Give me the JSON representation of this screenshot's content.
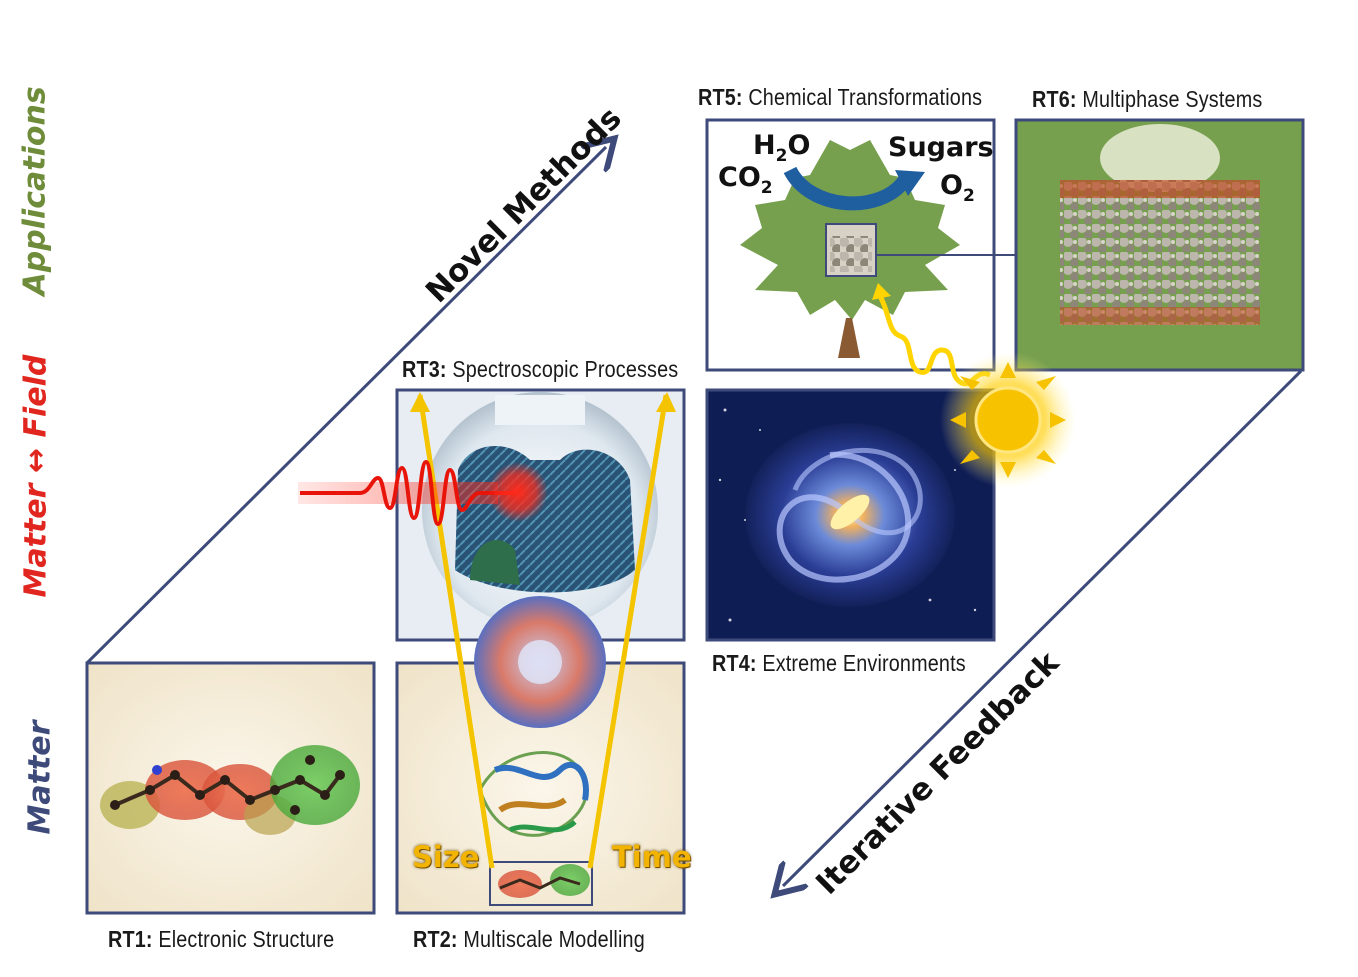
{
  "side_labels": {
    "applications": "Applications",
    "field": "Matter ↔ Field",
    "matter": "Matter"
  },
  "arrows": {
    "novel_methods": "Novel Methods",
    "iterative_feedback": "Iterative Feedback"
  },
  "panels": {
    "rt1": {
      "tag": "RT1:",
      "title": "Electronic Structure"
    },
    "rt2": {
      "tag": "RT2:",
      "title": "Multiscale Modelling",
      "size_label": "Size",
      "time_label": "Time"
    },
    "rt3": {
      "tag": "RT3:",
      "title": "Spectroscopic Processes"
    },
    "rt4": {
      "tag": "RT4:",
      "title": "Extreme Environments"
    },
    "rt5": {
      "tag": "RT5:",
      "title": "Chemical Transformations",
      "h2o_main": "H",
      "h2o_sub": "2",
      "h2o_end": "O",
      "co2_main": "CO",
      "co2_sub": "2",
      "sugars": "Sugars",
      "o2_main": "O",
      "o2_sub": "2"
    },
    "rt6": {
      "tag": "RT6:",
      "title": "Multiphase Systems"
    }
  },
  "colors": {
    "applications": "#6e8c3a",
    "field": "#e0261e",
    "matter": "#3d4a7a",
    "frame": "#3d4a7a",
    "leaf": "#77a04e",
    "highlight": "#f5c400"
  }
}
